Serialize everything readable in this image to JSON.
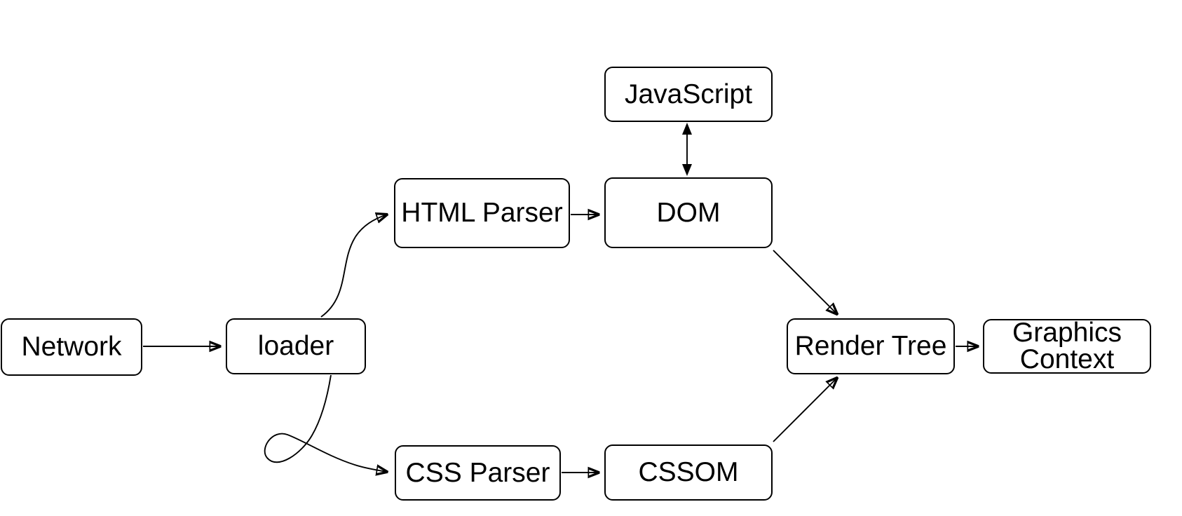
{
  "diagram": {
    "description": "Browser rendering pipeline flow diagram",
    "colors": {
      "background": "#ffffff",
      "stroke": "#000000",
      "text": "#000000"
    },
    "nodes": [
      {
        "id": "network",
        "label": "Network"
      },
      {
        "id": "loader",
        "label": "loader"
      },
      {
        "id": "html-parser",
        "label": "HTML Parser"
      },
      {
        "id": "dom",
        "label": "DOM"
      },
      {
        "id": "javascript",
        "label": "JavaScript"
      },
      {
        "id": "css-parser",
        "label": "CSS Parser"
      },
      {
        "id": "cssom",
        "label": "CSSOM"
      },
      {
        "id": "render-tree",
        "label": "Render Tree"
      },
      {
        "id": "graphics-context",
        "label": "Graphics Context"
      }
    ],
    "edges": [
      {
        "from": "network",
        "to": "loader",
        "bidirectional": false,
        "style": "straight"
      },
      {
        "from": "loader",
        "to": "html-parser",
        "bidirectional": false,
        "style": "s-curve"
      },
      {
        "from": "loader",
        "to": "css-parser",
        "bidirectional": false,
        "style": "loop-curve"
      },
      {
        "from": "html-parser",
        "to": "dom",
        "bidirectional": false,
        "style": "straight"
      },
      {
        "from": "javascript",
        "to": "dom",
        "bidirectional": true,
        "style": "straight"
      },
      {
        "from": "dom",
        "to": "render-tree",
        "bidirectional": false,
        "style": "diagonal"
      },
      {
        "from": "css-parser",
        "to": "cssom",
        "bidirectional": false,
        "style": "straight"
      },
      {
        "from": "cssom",
        "to": "render-tree",
        "bidirectional": false,
        "style": "diagonal"
      },
      {
        "from": "render-tree",
        "to": "graphics-context",
        "bidirectional": false,
        "style": "straight"
      }
    ]
  }
}
